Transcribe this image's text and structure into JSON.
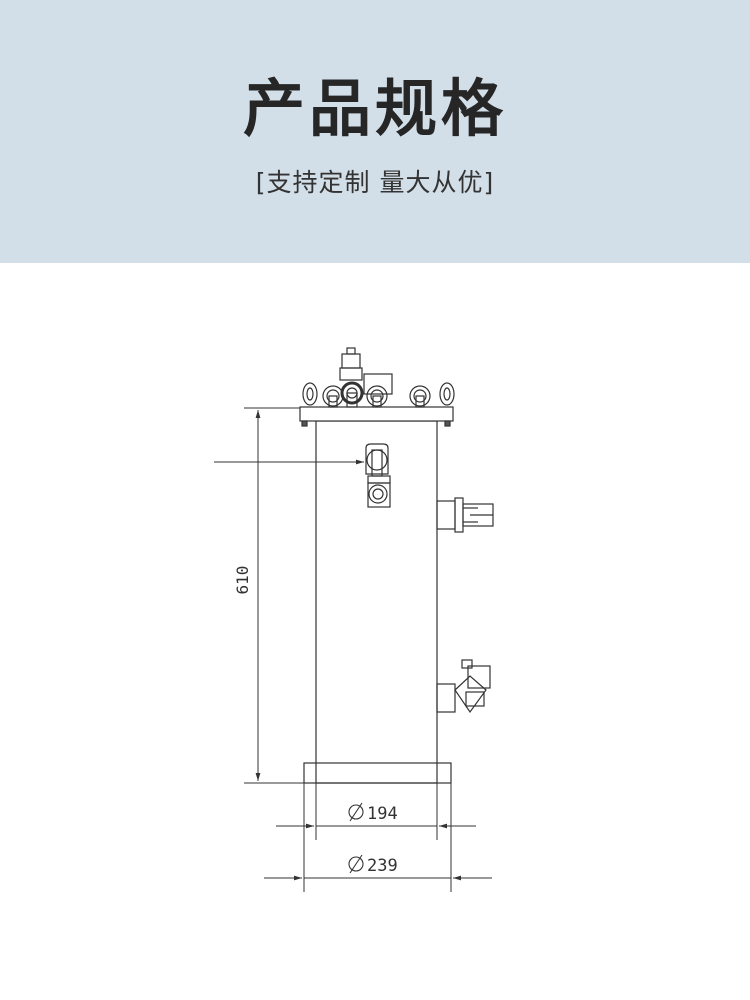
{
  "header": {
    "title": "产品规格",
    "subtitle": "[支持定制 量大从优]"
  },
  "drawing": {
    "dimensions": {
      "height": "610",
      "inner_diameter": "194",
      "outer_diameter": "239"
    },
    "colors": {
      "header_bg": "#d3dfe8",
      "line": "#333333"
    }
  }
}
